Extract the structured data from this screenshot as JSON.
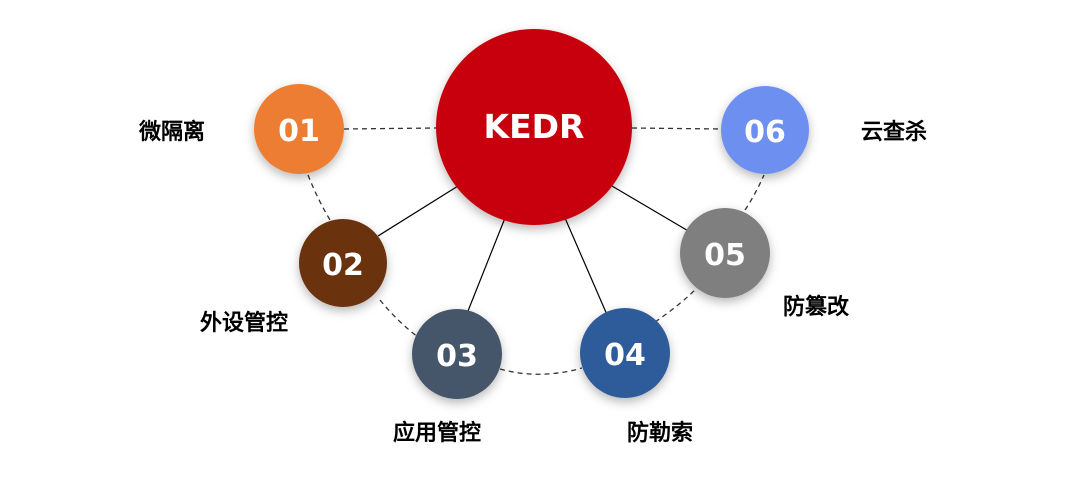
{
  "center": {
    "label": "KEDR",
    "color": "#c8000a"
  },
  "nodes": [
    {
      "id": "01",
      "label": "微隔离",
      "color": "#ed7d31",
      "icon": "circle-badge"
    },
    {
      "id": "02",
      "label": "外设管控",
      "color": "#6a3310",
      "icon": "circle-badge"
    },
    {
      "id": "03",
      "label": "应用管控",
      "color": "#44546a",
      "icon": "circle-badge"
    },
    {
      "id": "04",
      "label": "防勒索",
      "color": "#2f5c9a",
      "icon": "circle-badge"
    },
    {
      "id": "05",
      "label": "防篡改",
      "color": "#7f7f7f",
      "icon": "circle-badge"
    },
    {
      "id": "06",
      "label": "云查杀",
      "color": "#6c8ff0",
      "icon": "circle-badge"
    }
  ],
  "line_color": "#000000",
  "dash_color": "#333333"
}
